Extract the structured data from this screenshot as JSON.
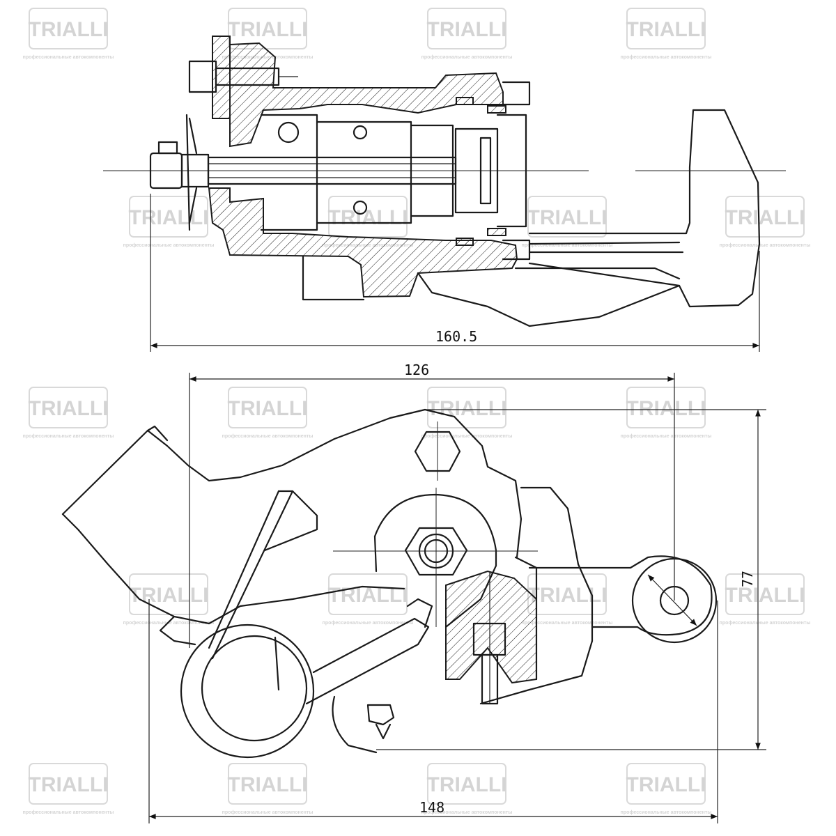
{
  "watermark": {
    "brand": "TRIALLI",
    "tagline": "профессиональные автокомпоненты"
  },
  "dimensions": {
    "top_overall_length": "160.5",
    "bottom_width_upper": "126",
    "bottom_height": "77",
    "bottom_width_lower": "148"
  }
}
